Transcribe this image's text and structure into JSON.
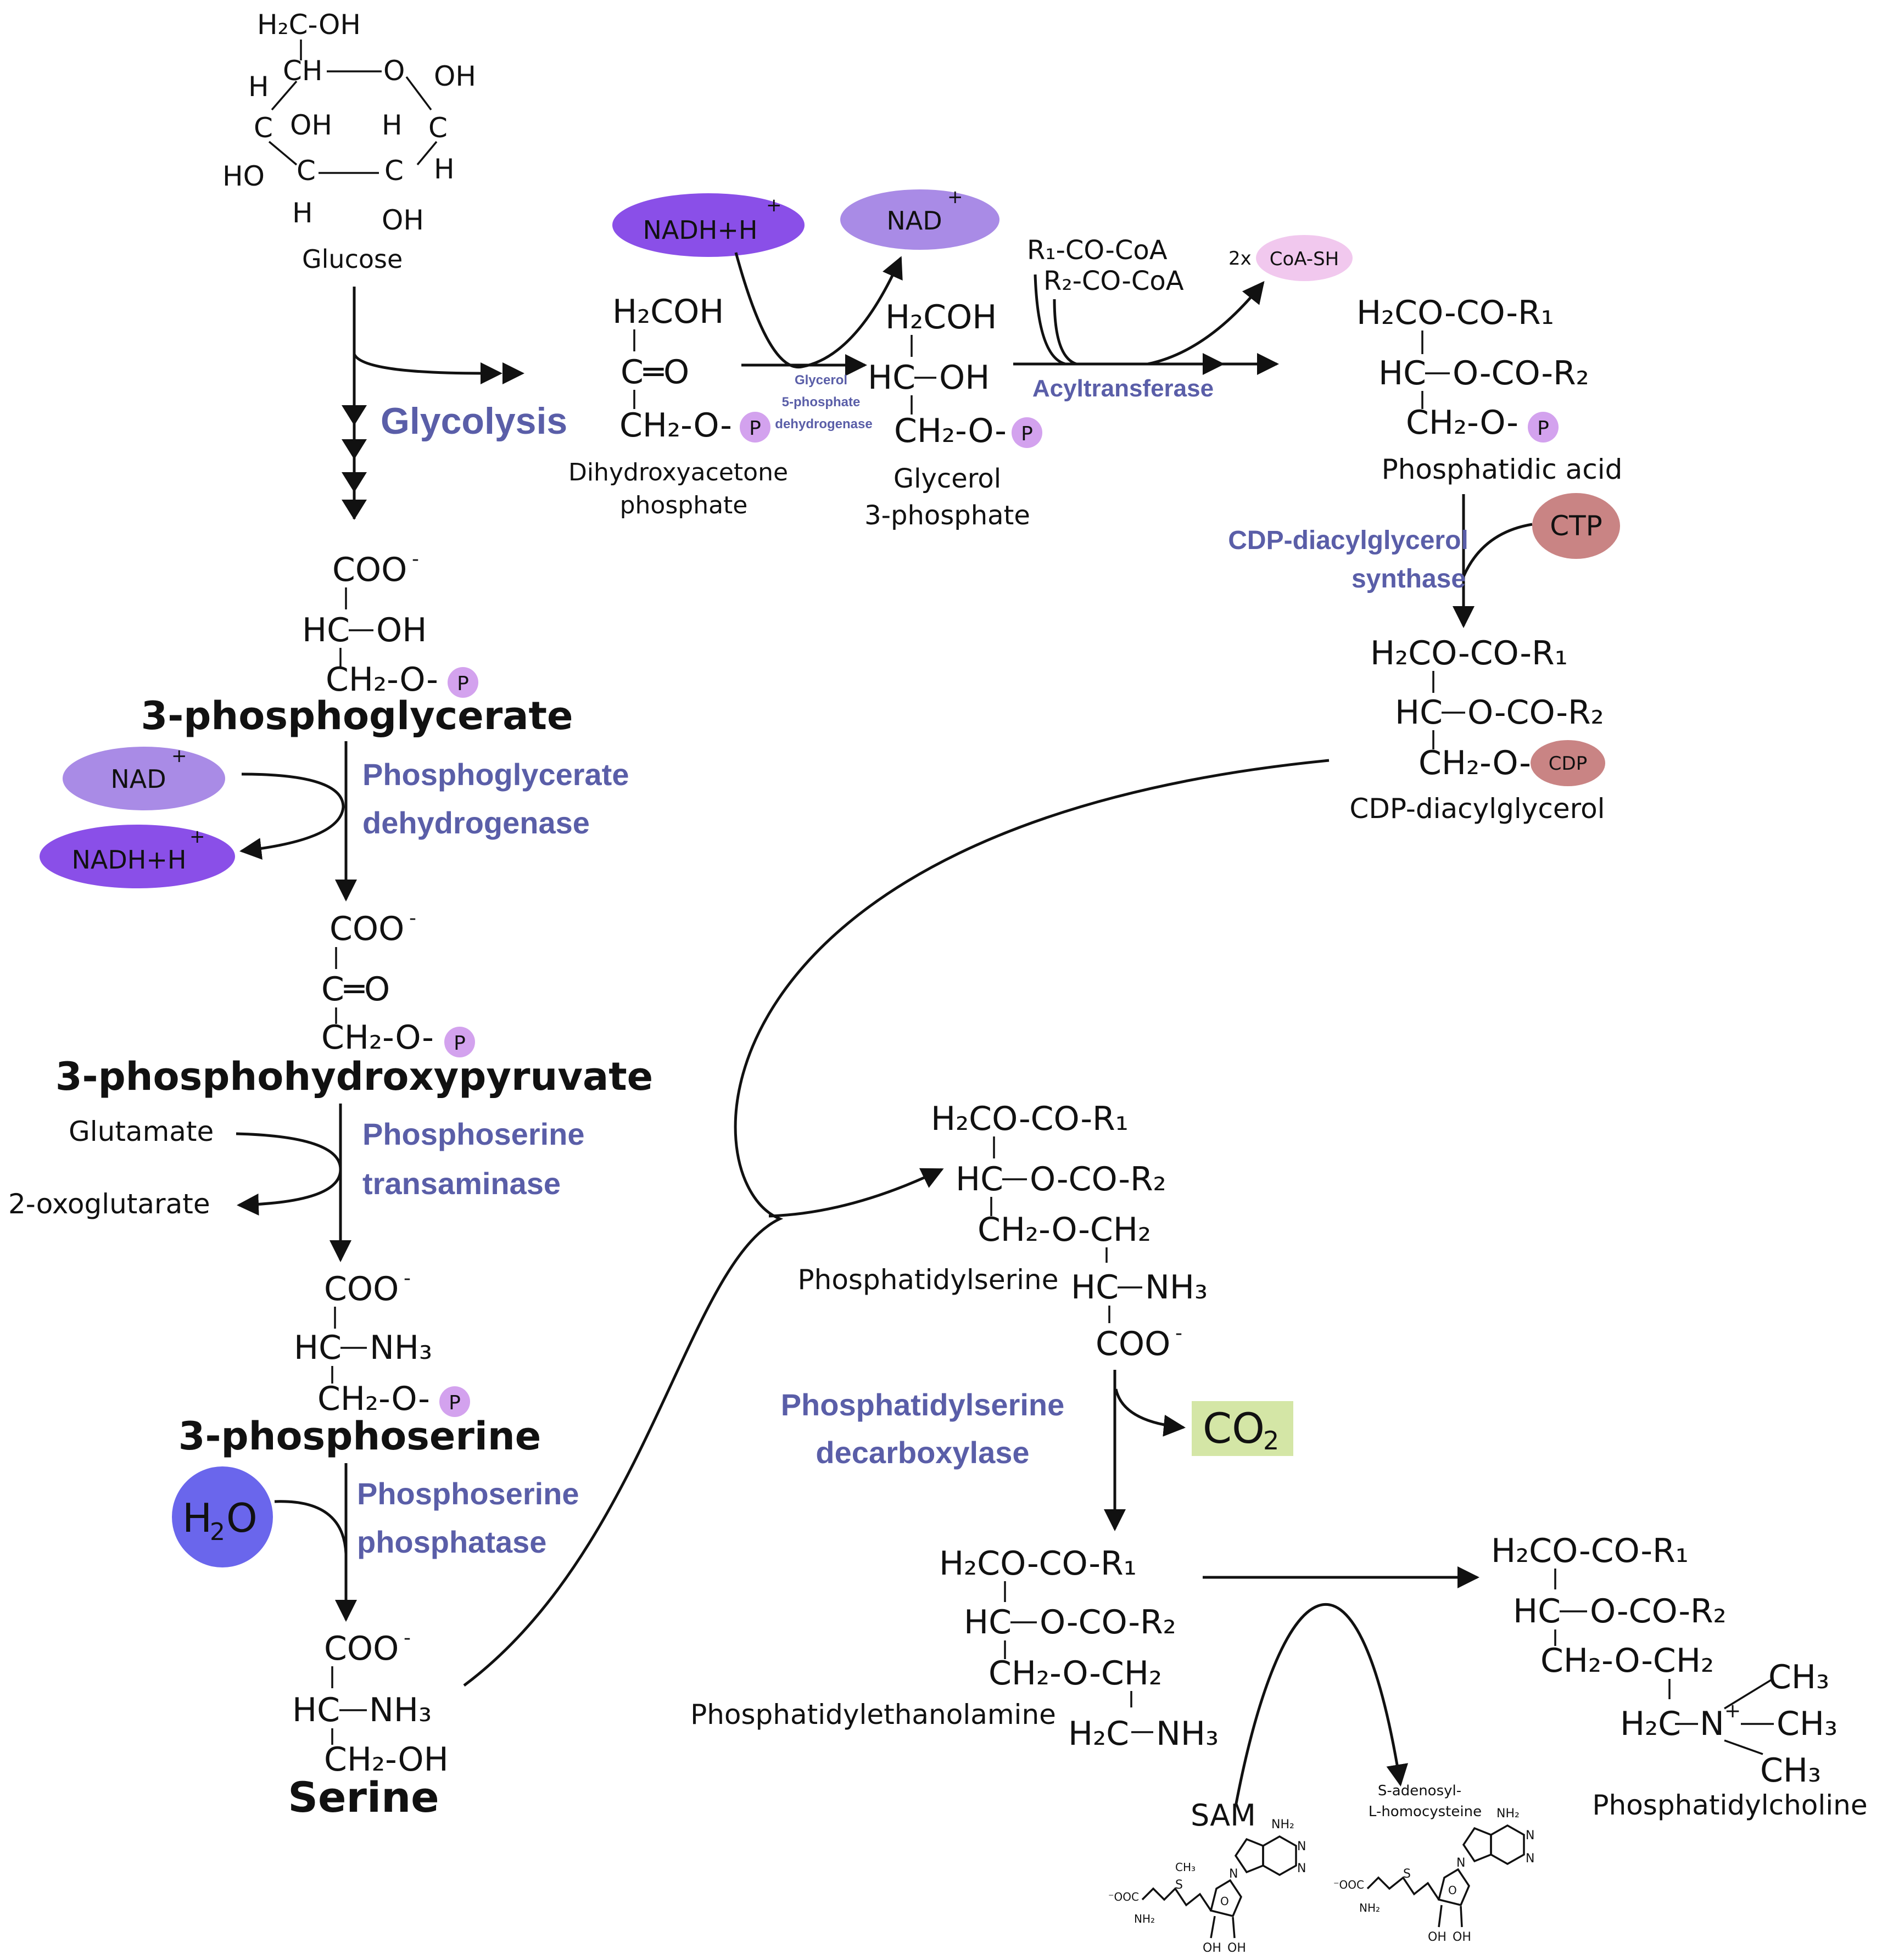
{
  "colors": {
    "enzyme_text": "#5a5ea8",
    "nadh": "#8a4fe8",
    "nad": "#a98be6",
    "phosphate": "#d3a2ee",
    "coash": "#f1c8ee",
    "ctp": "#c98484",
    "water": "#6a66ec",
    "co2_box": "#d4e6a6"
  },
  "pathway_label": "Glycolysis",
  "glucose": {
    "name": "Glucose",
    "atoms": {
      "h2coh": "H₂C-OH",
      "ch": "CH",
      "o": "O",
      "oh1": "OH",
      "h1": "H",
      "c1": "C",
      "oh2": "OH",
      "h2": "H",
      "c2": "C",
      "ho": "HO",
      "c3": "C",
      "c4": "C",
      "h3": "H",
      "h4": "H",
      "oh3": "OH"
    }
  },
  "dhap": {
    "line1": "H₂COH",
    "line2": "C═O",
    "line3": "CH₂-O-",
    "p": "P",
    "name1": "Dihydroxyacetone",
    "name2": "phosphate"
  },
  "g3p": {
    "line1": "H₂COH",
    "line2a": "HC",
    "line2b": "OH",
    "line3": "CH₂-O-",
    "p": "P",
    "name1": "Glycerol",
    "name2": "3-phosphate"
  },
  "nadh_top": {
    "label": "NADH+H",
    "sup": "+"
  },
  "nad_top": {
    "label": "NAD",
    "sup": "+"
  },
  "g3p_enzyme": [
    "Glycerol",
    "5-phosphate",
    "dehydrogenase"
  ],
  "acyl_donors": [
    "R₁-CO-CoA",
    "R₂-CO-CoA"
  ],
  "coash": {
    "prefix": "2x",
    "label": "CoA-SH"
  },
  "acyltransferase": "Acyltransferase",
  "pa": {
    "l1": "H₂CO-CO-R₁",
    "l2a": "HC",
    "l2b": "O-CO-R₂",
    "l3": "CH₂-O-",
    "p": "P",
    "name": "Phosphatidic acid"
  },
  "cdp_enzyme": [
    "CDP-diacylglycerol",
    "synthase"
  ],
  "ctp": "CTP",
  "cdpdag": {
    "l1": "H₂CO-CO-R₁",
    "l2a": "HC",
    "l2b": "O-CO-R₂",
    "l3": "CH₂-O-",
    "cdp": "CDP",
    "name": "CDP-diacylglycerol"
  },
  "pg3": {
    "l1": "COO",
    "l1sup": "-",
    "l2a": "HC",
    "l2b": "OH",
    "l3": "CH₂-O-",
    "p": "P",
    "name": "3-phosphoglycerate"
  },
  "nad_left": {
    "label": "NAD",
    "sup": "+"
  },
  "nadh_left": {
    "label": "NADH+H",
    "sup": "+"
  },
  "pgdh": [
    "Phosphoglycerate",
    "dehydrogenase"
  ],
  "php": {
    "l1": "COO",
    "l1sup": "-",
    "l2": "C═O",
    "l3": "CH₂-O-",
    "p": "P",
    "name": "3-phosphohydroxypyruvate"
  },
  "glutamate": "Glutamate",
  "oxoglutarate": "2-oxoglutarate",
  "psat": [
    "Phosphoserine",
    "transaminase"
  ],
  "pser": {
    "l1": "COO",
    "l1sup": "-",
    "l2a": "HC",
    "l2b": "NH₃",
    "l3": "CH₂-O-",
    "p": "P",
    "name": "3-phosphoserine"
  },
  "water": {
    "h": "H",
    "sub": "2",
    "o": "O"
  },
  "psph": [
    "Phosphoserine",
    "phosphatase"
  ],
  "serine": {
    "l1": "COO",
    "l1sup": "-",
    "l2a": "HC",
    "l2b": "NH₃",
    "l3": "CH₂-OH",
    "name": "Serine"
  },
  "ps": {
    "l1": "H₂CO-CO-R₁",
    "l2a": "HC",
    "l2b": "O-CO-R₂",
    "l3": "CH₂-O-CH₂",
    "l4a": "HC",
    "l4b": "NH₃",
    "l5": "COO",
    "l5sup": "-",
    "name": "Phosphatidylserine"
  },
  "psd": [
    "Phosphatidylserine",
    "decarboxylase"
  ],
  "co2": {
    "c": "CO",
    "sub": "2"
  },
  "pe": {
    "l1": "H₂CO-CO-R₁",
    "l2a": "HC",
    "l2b": "O-CO-R₂",
    "l3": "CH₂-O-CH₂",
    "l4a": "H₂C",
    "l4b": "NH₃",
    "name": "Phosphatidylethanolamine"
  },
  "pc": {
    "l1": "H₂CO-CO-R₁",
    "l2a": "HC",
    "l2b": "O-CO-R₂",
    "l3": "CH₂-O-CH₂",
    "l4a": "H₂C",
    "l4b": "N",
    "l4sup": "+",
    "ch3a": "CH₃",
    "ch3b": "CH₃",
    "ch3c": "CH₃",
    "name": "Phosphatidylcholine"
  },
  "sam": {
    "label": "SAM",
    "nh2": "NH₂",
    "ch3": "CH₃",
    "coo": "⁻OOC",
    "nh2b": "NH₂",
    "s": "S",
    "n": "N",
    "o": "O",
    "oh": "OH"
  },
  "sah": {
    "label1": "S-adenosyl-",
    "label2": "L-homocysteine",
    "nh2": "NH₂",
    "coo": "⁻OOC",
    "nh2b": "NH₂",
    "s": "S",
    "n": "N",
    "o": "O",
    "oh": "OH"
  }
}
